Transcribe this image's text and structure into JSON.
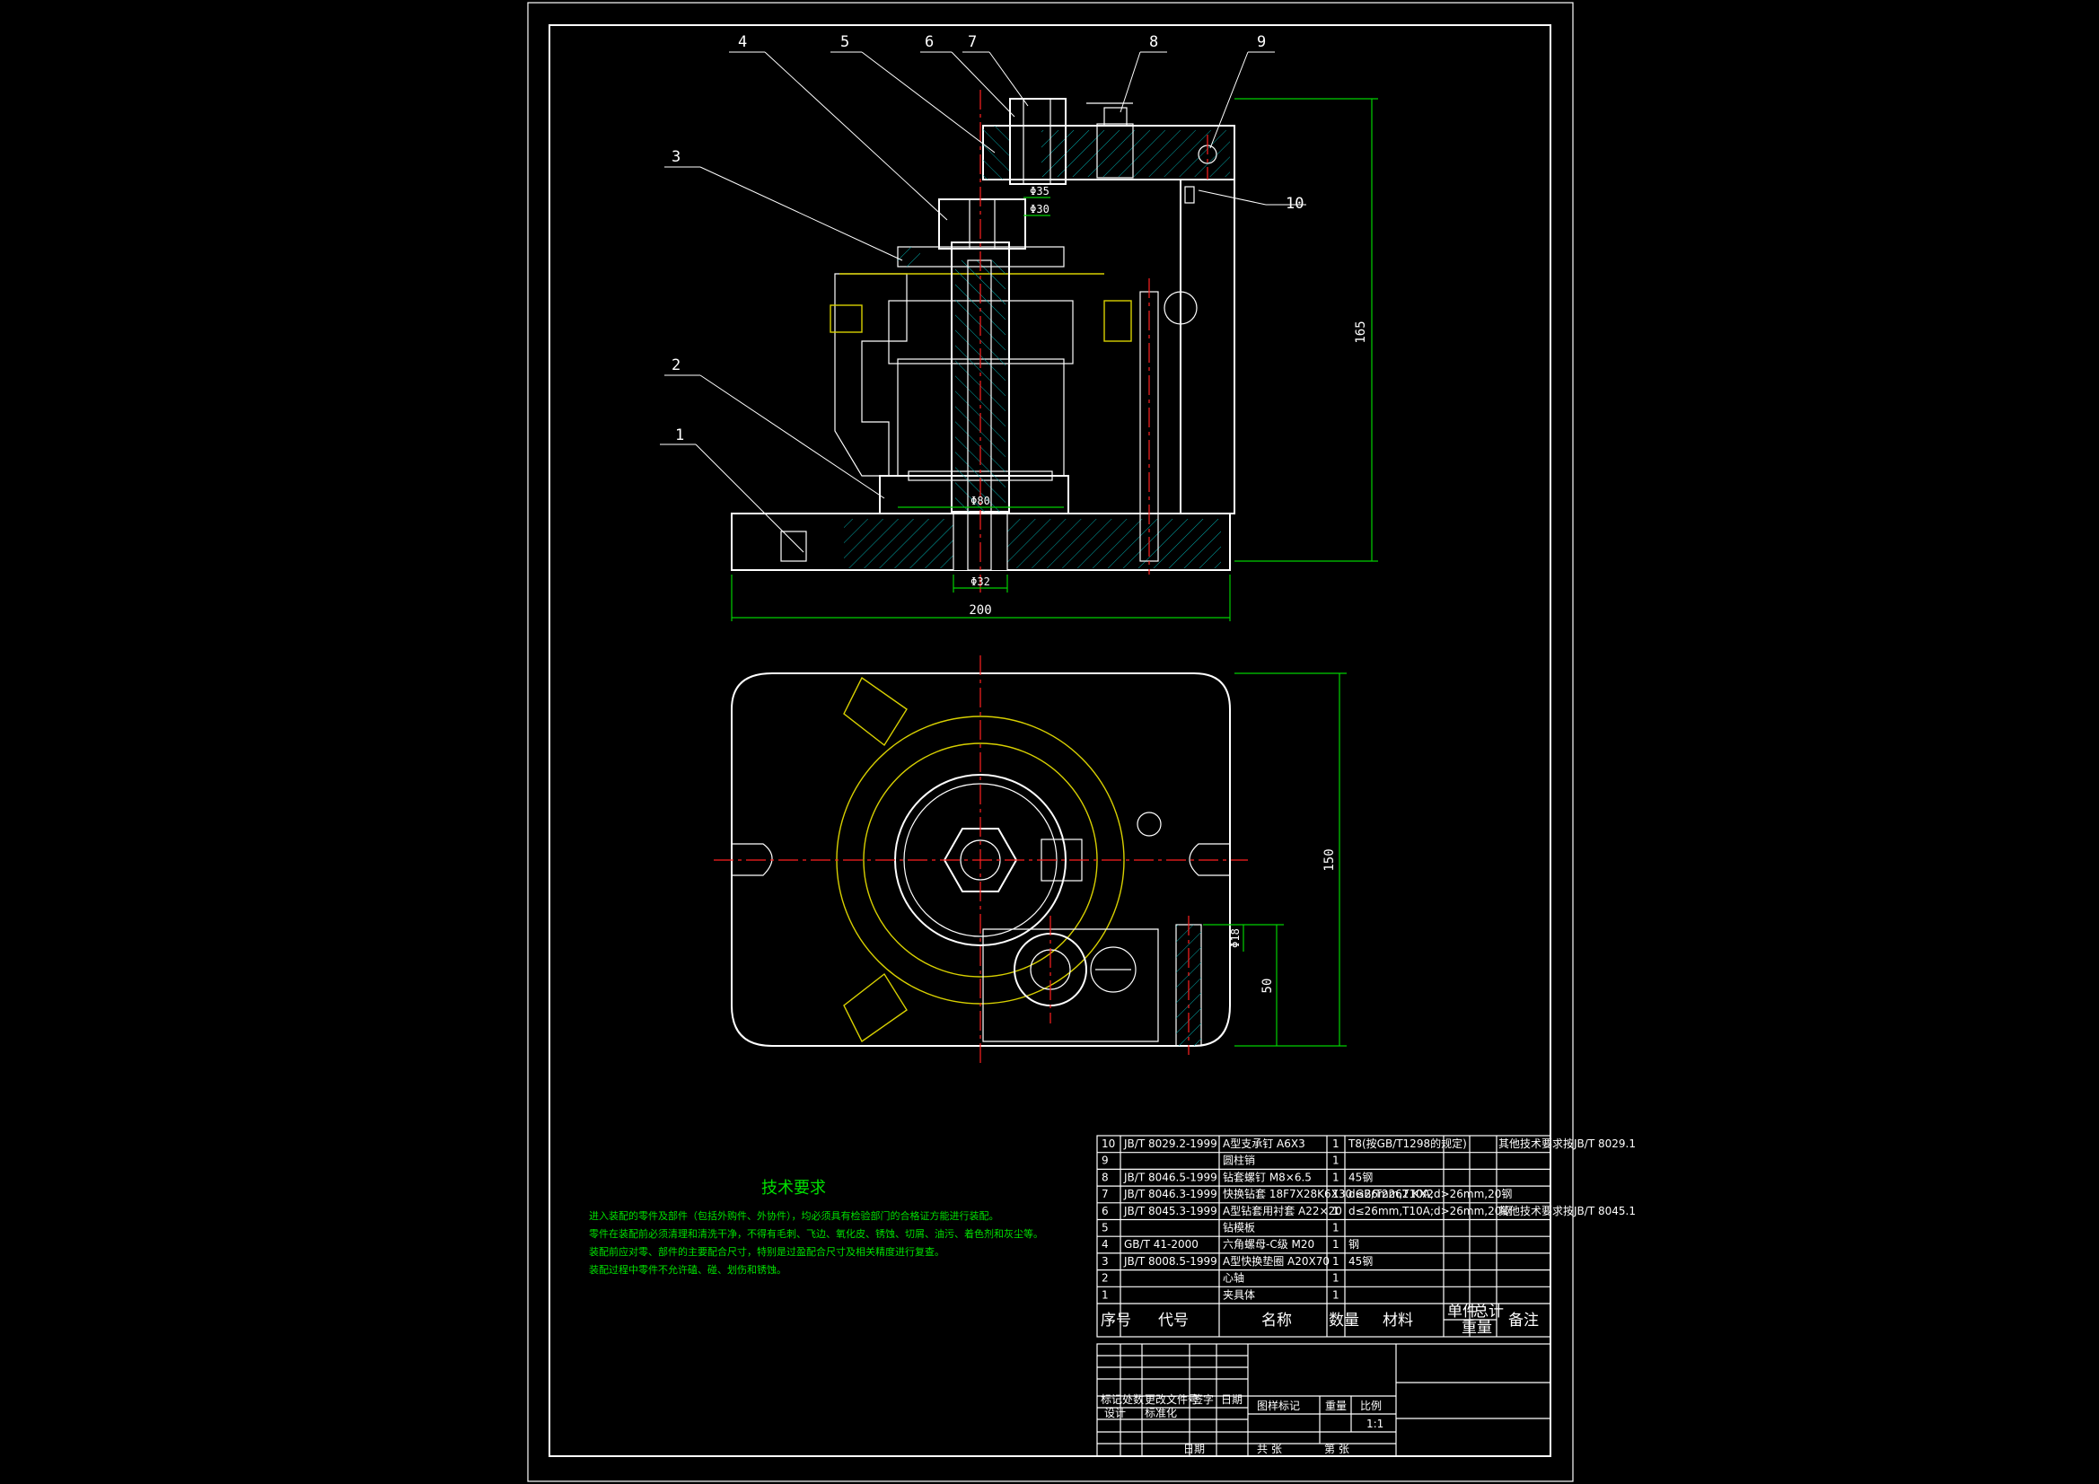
{
  "balloons": [
    "1",
    "2",
    "3",
    "4",
    "5",
    "6",
    "7",
    "8",
    "9",
    "10"
  ],
  "dimensions": {
    "overall_width": "200",
    "height": "165",
    "top_view_height": "150",
    "top_view_offset": "50",
    "bore_d35": "Φ35",
    "bore_d30": "Φ30",
    "bore_d80": "Φ80",
    "bore_d32": "Φ32",
    "pin_d18": "Φ18"
  },
  "tech_requirements": {
    "title": "技术要求",
    "lines": [
      "进入装配的零件及部件（包括外购件、外协件），均必须具有检验部门的合格证方能进行装配。",
      "零件在装配前必须清理和清洗干净，不得有毛刺、飞边、氧化皮、锈蚀、切屑、油污、着色剂和灰尘等。",
      "装配前应对零、部件的主要配合尺寸，特别是过盈配合尺寸及相关精度进行复查。",
      "装配过程中零件不允许磕、碰、划伤和锈蚀。"
    ]
  },
  "parts_list": {
    "headers": [
      "序号",
      "代号",
      "名称",
      "数量",
      "材料",
      "单件",
      "总计",
      "备注"
    ],
    "weight_label": "重量",
    "rows": [
      {
        "no": "10",
        "code": "JB/T 8029.2-1999",
        "name": "A型支承钉 A6X3",
        "qty": "1",
        "mat": "T8(按GB/T1298的规定)",
        "note": "其他技术要求按JB/T 8029.1"
      },
      {
        "no": "9",
        "code": "",
        "name": "圆柱销",
        "qty": "1",
        "mat": "",
        "note": ""
      },
      {
        "no": "8",
        "code": "JB/T 8046.5-1999",
        "name": "钻套螺钉 M8×6.5",
        "qty": "1",
        "mat": "45钢",
        "note": ""
      },
      {
        "no": "7",
        "code": "JB/T 8046.3-1999",
        "name": "快换钻套 18F7X28K6X30 GB/T2262 KX2",
        "qty": "1",
        "mat": "d≤26mm,T10A;d>26mm,20钢",
        "note": ""
      },
      {
        "no": "6",
        "code": "JB/T 8045.3-1999",
        "name": "A型钻套用衬套 A22×20",
        "qty": "1",
        "mat": "d≤26mm,T10A;d>26mm,20钢",
        "note": "其他技术要求按JB/T 8045.1"
      },
      {
        "no": "5",
        "code": "",
        "name": "钻模板",
        "qty": "1",
        "mat": "",
        "note": ""
      },
      {
        "no": "4",
        "code": "GB/T 41-2000",
        "name": "六角螺母-C级 M20",
        "qty": "1",
        "mat": "钢",
        "note": ""
      },
      {
        "no": "3",
        "code": "JB/T 8008.5-1999",
        "name": "A型快换垫圈 A20X70",
        "qty": "1",
        "mat": "45钢",
        "note": ""
      },
      {
        "no": "2",
        "code": "",
        "name": "心轴",
        "qty": "1",
        "mat": "",
        "note": ""
      },
      {
        "no": "1",
        "code": "",
        "name": "夹具体",
        "qty": "1",
        "mat": "",
        "note": ""
      }
    ]
  },
  "title_block": {
    "row_labels": [
      "标记",
      "处数",
      "更改文件号",
      "签字",
      "日期"
    ],
    "design": "设计",
    "standard": "标准化",
    "date": "日期",
    "stage": "图样标记",
    "weight": "重量",
    "scale": "比例",
    "scale_value": "1:1",
    "sheet_total": "共 张",
    "sheet_no": "第 张"
  }
}
